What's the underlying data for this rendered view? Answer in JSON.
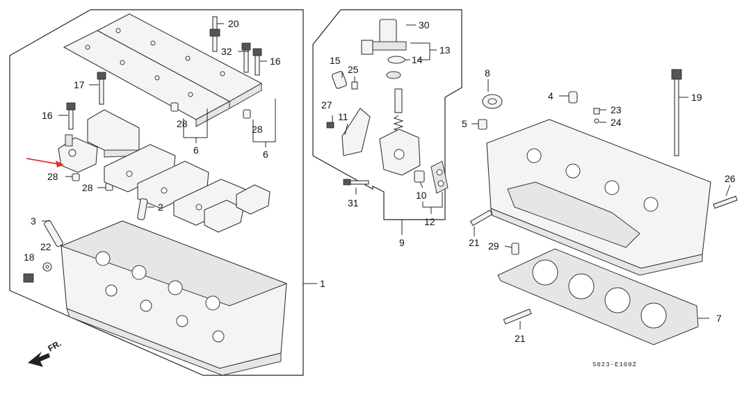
{
  "diagram": {
    "callouts": {
      "c1": "1",
      "c2": "2",
      "c3": "3",
      "c4": "4",
      "c5": "5",
      "c6a": "6",
      "c6b": "6",
      "c7": "7",
      "c8": "8",
      "c9": "9",
      "c10": "10",
      "c11": "11",
      "c12": "12",
      "c13": "13",
      "c14": "14",
      "c15": "15",
      "c16a": "16",
      "c16b": "16",
      "c17": "17",
      "c18": "18",
      "c19": "19",
      "c20": "20",
      "c21a": "21",
      "c21b": "21",
      "c22": "22",
      "c23": "23",
      "c24": "24",
      "c25": "25",
      "c26": "26",
      "c27": "27",
      "c28a": "28",
      "c28b": "28",
      "c28c": "28",
      "c28d": "28",
      "c29": "29",
      "c30": "30",
      "c31": "31",
      "c32": "32"
    },
    "fr_label": "FR.",
    "diagram_code": "S023-E100Z"
  }
}
